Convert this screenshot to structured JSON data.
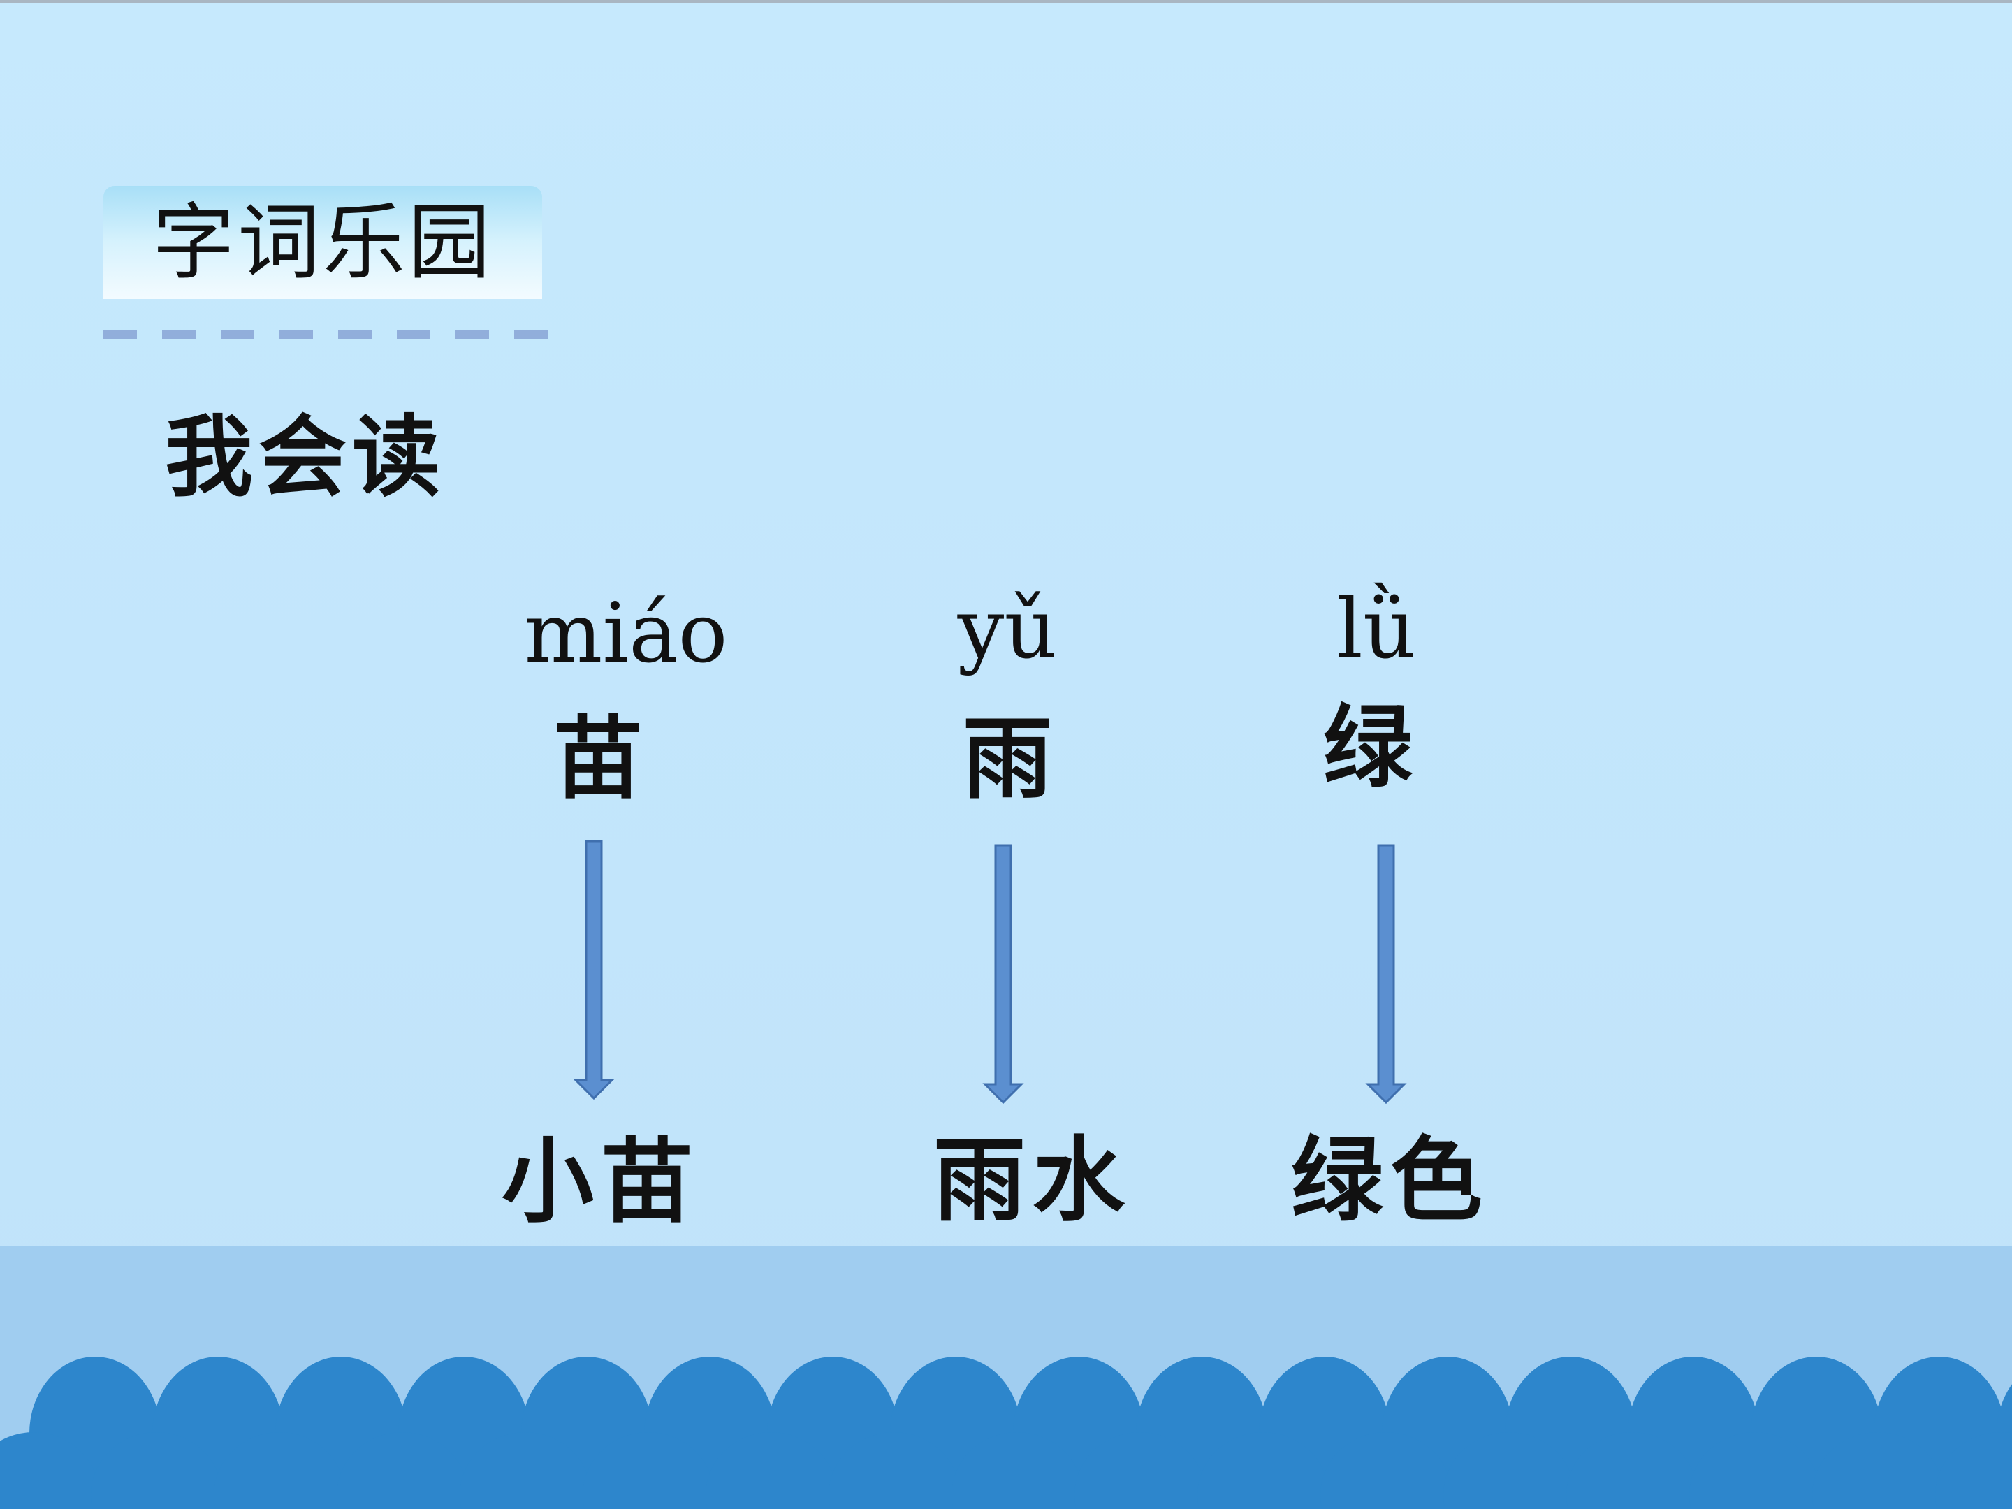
{
  "slide": {
    "section_label": "字词乐园",
    "subtitle": "我会读"
  },
  "characters": [
    {
      "pinyin": "miáo",
      "char": "苗",
      "word": "小苗"
    },
    {
      "pinyin": "yǔ",
      "char": "雨",
      "word": "雨水"
    },
    {
      "pinyin": "lǜ",
      "char": "绿",
      "word": "绿色"
    }
  ],
  "colors": {
    "background": "#c4e7fc",
    "arrow": "#5b8fd0",
    "wave": "#2d86cc"
  }
}
